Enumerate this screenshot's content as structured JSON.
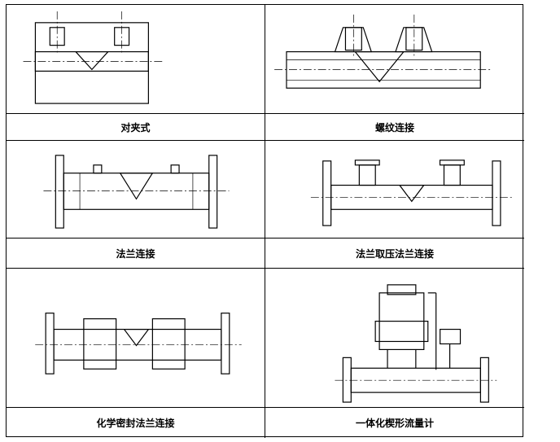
{
  "panels": [
    {
      "caption": "对夹式",
      "drawing": "wafer-type-wedge-flowmeter"
    },
    {
      "caption": "螺纹连接",
      "drawing": "threaded-connection-wedge-flowmeter"
    },
    {
      "caption": "法兰连接",
      "drawing": "flanged-wedge-flowmeter"
    },
    {
      "caption": "法兰取压法兰连接",
      "drawing": "flange-tapping-flanged-wedge-flowmeter"
    },
    {
      "caption": "化学密封法兰连接",
      "drawing": "chemical-seal-flanged-wedge-flowmeter"
    },
    {
      "caption": "一体化楔形流量计",
      "drawing": "integrated-wedge-flowmeter"
    }
  ]
}
